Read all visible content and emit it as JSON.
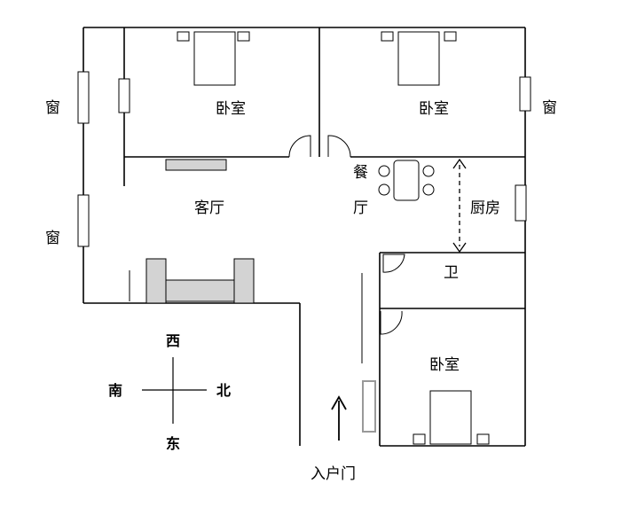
{
  "rooms": {
    "bedroom_1": "卧室",
    "bedroom_2": "卧室",
    "bedroom_3": "卧室",
    "living_room": "客厅",
    "dining_line1": "餐",
    "dining_line2": "厅",
    "kitchen": "厨房",
    "bathroom": "卫"
  },
  "windows": {
    "west_upper": "窗",
    "west_lower": "窗",
    "east_upper": "窗"
  },
  "entrance": "入户门",
  "compass": {
    "up": "西",
    "down": "东",
    "left": "南",
    "right": "北"
  }
}
